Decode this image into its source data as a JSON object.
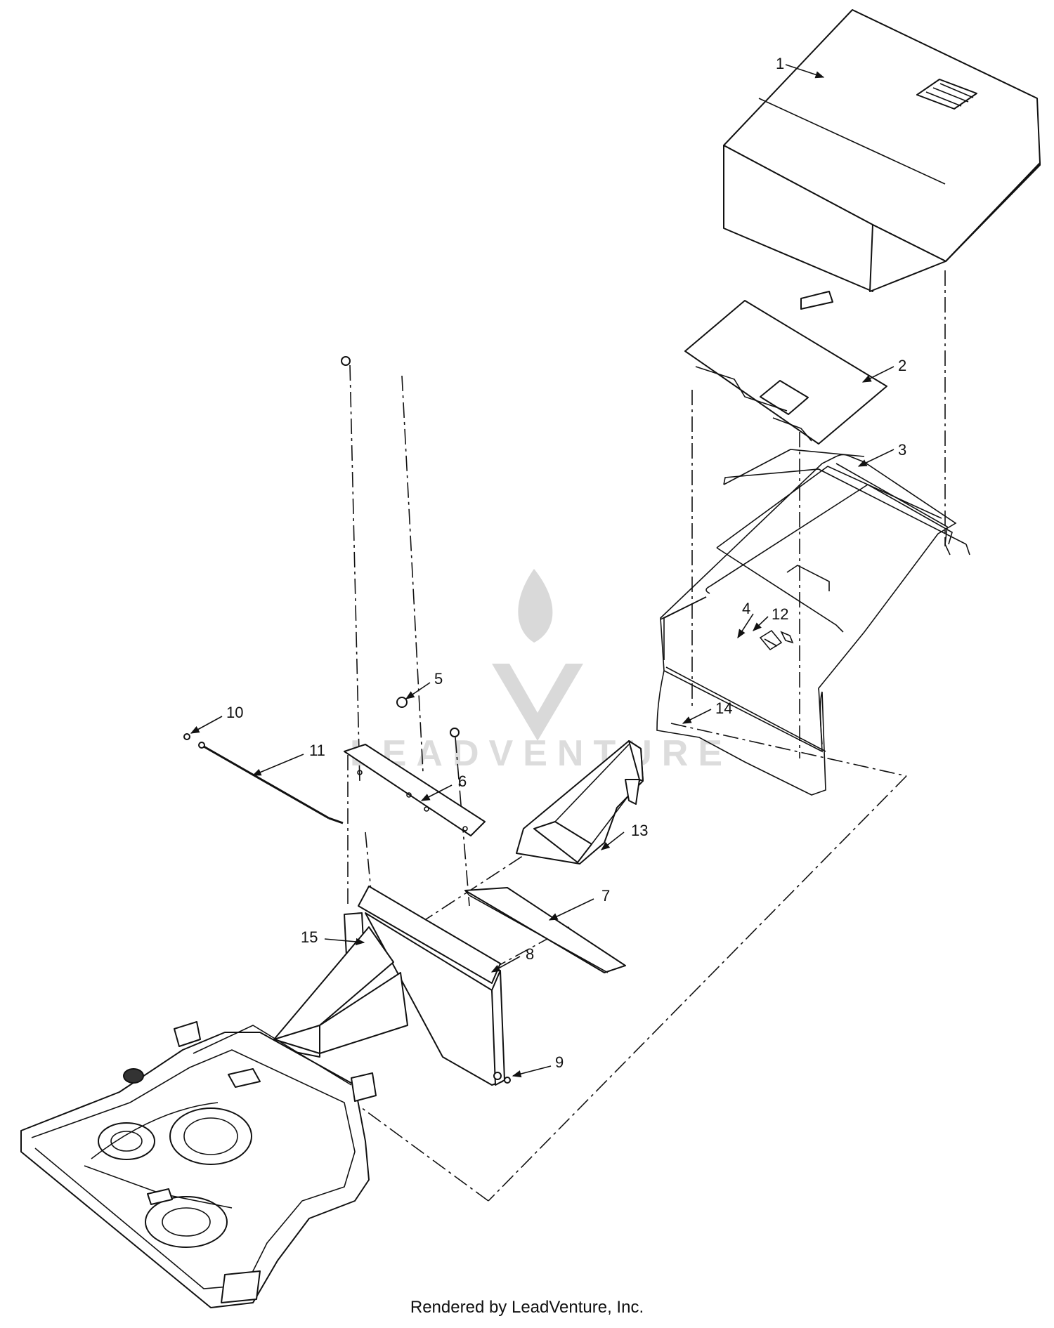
{
  "callouts": [
    "1",
    "2",
    "3",
    "4",
    "5",
    "6",
    "7",
    "8",
    "9",
    "10",
    "11",
    "12",
    "13",
    "14",
    "15"
  ],
  "watermark": {
    "text": "LEADVENTURE"
  },
  "footer": {
    "text": "Rendered by LeadVenture, Inc."
  }
}
